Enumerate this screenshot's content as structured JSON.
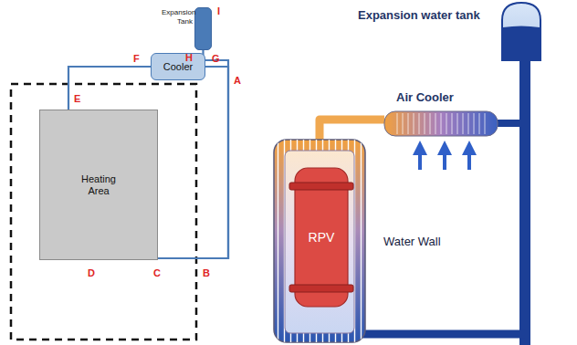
{
  "diagram": {
    "nodes": [
      {
        "text": [
          "Expansion Tank"
        ]
      },
      {
        "text": [
          "Cooler"
        ]
      },
      {
        "text": [
          "Heating Area"
        ]
      },
      {
        "text": [
          "RPV"
        ]
      }
    ],
    "edges": [
      {
        "from": 2,
        "to": 1,
        "arrow": "none"
      },
      {
        "from": 1,
        "to": 2,
        "arrow": "none"
      },
      {
        "from": 0,
        "to": 2,
        "arrow": "none"
      }
    ],
    "labels": [
      "I",
      "H",
      "F",
      "G",
      "A",
      "E",
      "D",
      "C",
      "B",
      "Expansion water tank",
      "Air Cooler",
      "Water Wall"
    ]
  }
}
